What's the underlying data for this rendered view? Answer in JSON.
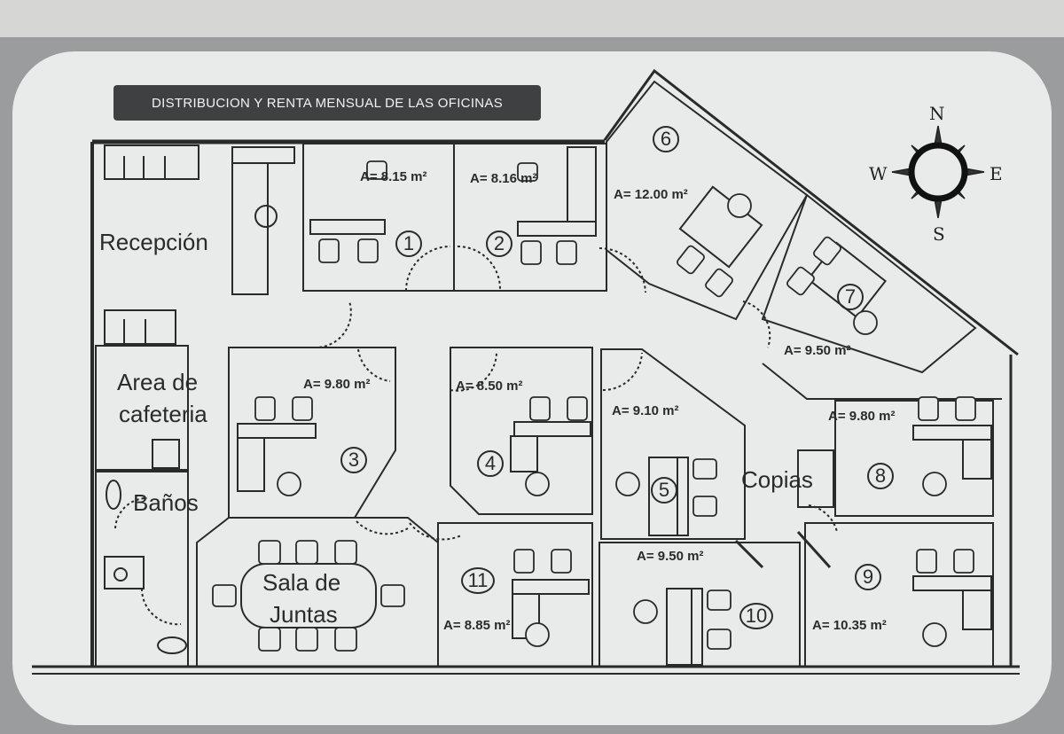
{
  "title": "DISTRIBUCION Y RENTA MENSUAL DE LAS OFICINAS",
  "compass": {
    "n": "N",
    "s": "S",
    "e": "E",
    "w": "W"
  },
  "rooms": {
    "recepcion": "Recepción",
    "cafeteria_line1": "Area de",
    "cafeteria_line2": "cafeteria",
    "banos": "Baños",
    "sala_line1": "Sala de",
    "sala_line2": "Juntas",
    "copias": "Copias"
  },
  "offices": [
    {
      "number": "1",
      "area": "A= 8.15 m²"
    },
    {
      "number": "2",
      "area": "A= 8.16 m²"
    },
    {
      "number": "3",
      "area": "A= 9.80 m²"
    },
    {
      "number": "4",
      "area": "A= 8.50 m²"
    },
    {
      "number": "5",
      "area": "A= 9.10 m²"
    },
    {
      "number": "6",
      "area": "A= 12.00 m²"
    },
    {
      "number": "7",
      "area": "A= 9.50 m²"
    },
    {
      "number": "8",
      "area": "A= 9.80 m²"
    },
    {
      "number": "9",
      "area": "A= 10.35 m²"
    },
    {
      "number": "10",
      "area": "A= 9.50 m²"
    },
    {
      "number": "11",
      "area": "A= 8.85 m²"
    }
  ],
  "colors": {
    "wall": "#2a2a2a",
    "paper": "#e9ebea",
    "banner": "#3e4042",
    "background": "#9a9c9d"
  }
}
